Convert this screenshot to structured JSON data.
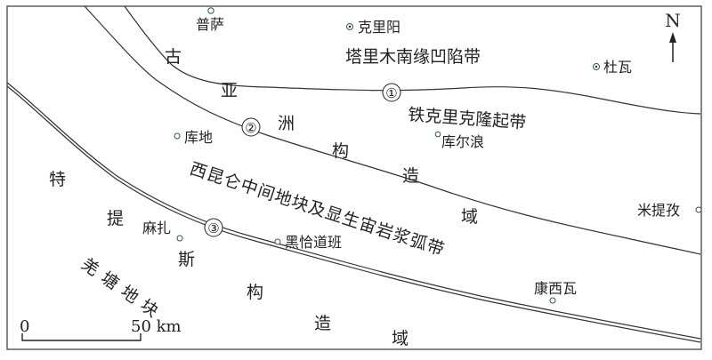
{
  "north_label": "N",
  "scale": {
    "zero": "0",
    "end": "50 km"
  },
  "towns": {
    "pusa": "普萨",
    "keliyang": "克里阳",
    "duwa": "杜瓦",
    "kudi": "库地",
    "kuerlang": "库尔浪",
    "mitigu": "米提孜",
    "mazha": "麻扎",
    "heiqia": "黑恰道班",
    "kangxiwa": "康西瓦"
  },
  "zones": {
    "tarim": "塔里木南缘凹陷带",
    "tiekelike": "铁克里克隆起带",
    "westkunlun": "西昆仑中间地块及显生宙岩浆弧带",
    "qiangtang": "羌塘地块"
  },
  "domains": {
    "paleo_asian": [
      "古",
      "亚",
      "洲",
      "构",
      "造",
      "域"
    ],
    "tethys": [
      "特",
      "提",
      "斯",
      "构",
      "造",
      "域"
    ]
  },
  "faults": {
    "f1": "①",
    "f2": "②",
    "f3": "③"
  }
}
